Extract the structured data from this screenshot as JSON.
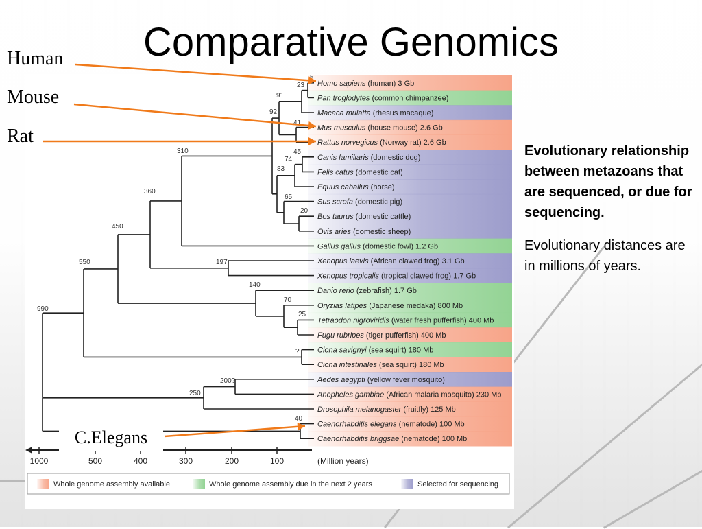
{
  "slide": {
    "title": "Comparative Genomics",
    "labels": {
      "human": "Human",
      "mouse": "Mouse",
      "rat": "Rat",
      "celegans": "C.Elegans"
    },
    "note": {
      "bold": "Evolutionary relationship between metazoans that are sequenced, or due for sequencing.",
      "plain": "Evolutionary distances are in millions of years."
    },
    "arrow_color": "#f07a1a"
  },
  "tree": {
    "species": [
      {
        "latin": "Homo sapiens",
        "common": " (human) 3 Gb",
        "status": "whole"
      },
      {
        "latin": "Pan troglodytes",
        "common": " (common chimpanzee)",
        "status": "due"
      },
      {
        "latin": "Macaca mulatta",
        "common": " (rhesus macaque)",
        "status": "selected"
      },
      {
        "latin": "Mus musculus",
        "common": " (house mouse) 2.6 Gb",
        "status": "whole"
      },
      {
        "latin": "Rattus norvegicus",
        "common": " (Norway rat) 2.6 Gb",
        "status": "whole"
      },
      {
        "latin": "Canis familiaris",
        "common": " (domestic dog)",
        "status": "selected"
      },
      {
        "latin": "Felis catus",
        "common": " (domestic cat)",
        "status": "selected"
      },
      {
        "latin": "Equus caballus",
        "common": " (horse)",
        "status": "selected"
      },
      {
        "latin": "Sus scrofa",
        "common": " (domestic pig)",
        "status": "selected"
      },
      {
        "latin": "Bos taurus",
        "common": " (domestic cattle)",
        "status": "selected"
      },
      {
        "latin": "Ovis aries",
        "common": " (domestic sheep)",
        "status": "selected"
      },
      {
        "latin": "Gallus gallus",
        "common": " (domestic fowl) 1.2 Gb",
        "status": "due"
      },
      {
        "latin": "Xenopus laevis",
        "common": " (African clawed frog) 3.1 Gb",
        "status": "selected"
      },
      {
        "latin": "Xenopus tropicalis",
        "common": " (tropical clawed frog) 1.7 Gb",
        "status": "selected"
      },
      {
        "latin": "Danio rerio",
        "common": " (zebrafish) 1.7 Gb",
        "status": "due"
      },
      {
        "latin": "Oryzias latipes",
        "common": " (Japanese medaka) 800 Mb",
        "status": "due"
      },
      {
        "latin": "Tetraodon nigroviridis",
        "common": " (water fresh pufferfish) 400 Mb",
        "status": "due"
      },
      {
        "latin": "Fugu rubripes",
        "common": " (tiger pufferfish) 400 Mb",
        "status": "whole"
      },
      {
        "latin": "Ciona savignyi",
        "common": " (sea squirt) 180 Mb",
        "status": "due"
      },
      {
        "latin": "Ciona intestinales",
        "common": " (sea squirt) 180 Mb",
        "status": "whole"
      },
      {
        "latin": "Aedes aegypti",
        "common": " (yellow fever mosquito)",
        "status": "selected"
      },
      {
        "latin": "Anopheles gambiae",
        "common": " (African malaria mosquito) 230 Mb",
        "status": "whole"
      },
      {
        "latin": "Drosophila melanogaster",
        "common": " (fruitfly) 125 Mb",
        "status": "whole"
      },
      {
        "latin": "Caenorhabditis elegans",
        "common": " (nematode) 100 Mb",
        "status": "whole"
      },
      {
        "latin": "Caenorhabditis briggsae",
        "common": " (nematode) 100 Mb",
        "status": "whole"
      }
    ],
    "node_labels": [
      "5",
      "23",
      "91",
      "92",
      "41",
      "45",
      "74",
      "83",
      "65",
      "20",
      "310",
      "360",
      "450",
      "197",
      "140",
      "70",
      "25",
      "?",
      "550",
      "990",
      "200?",
      "250",
      "40"
    ],
    "axis": {
      "ticks": [
        "1000",
        "500",
        "400",
        "300",
        "200",
        "100"
      ],
      "unit": "(Million years)"
    },
    "legend": [
      {
        "status": "whole",
        "label": "Whole genome assembly available"
      },
      {
        "status": "due",
        "label": "Whole genome assembly due in the next 2 years"
      },
      {
        "status": "selected",
        "label": "Selected for sequencing"
      }
    ],
    "colors": {
      "whole": "#f7a488",
      "due": "#93d394",
      "selected": "#9c9ccb"
    }
  }
}
